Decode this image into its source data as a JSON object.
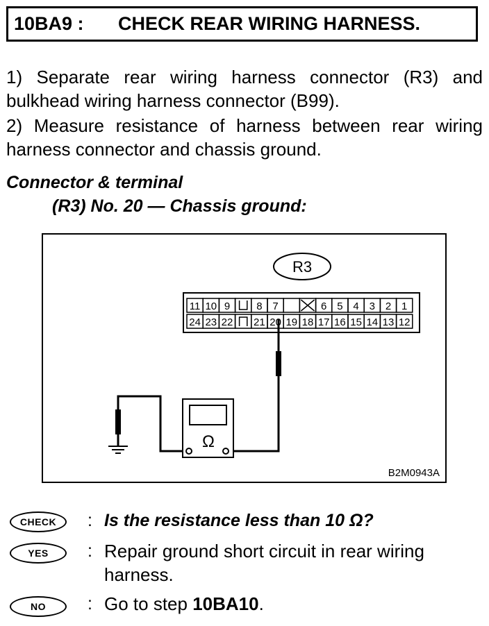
{
  "header": {
    "code": "10BA9 :",
    "title": "CHECK REAR WIRING HARNESS."
  },
  "steps": [
    "1) Separate rear wiring harness connector (R3) and bulkhead wiring harness connector (B99).",
    "2) Measure resistance of harness between rear wiring harness connector and chassis ground."
  ],
  "spec": {
    "label": "Connector & terminal",
    "value": "(R3) No. 20 — Chassis ground:"
  },
  "figure": {
    "connector_label": "R3",
    "meter_symbol": "Ω",
    "figure_id": "B2M0943A",
    "top_row_pins": [
      "11",
      "10",
      "9",
      "",
      "8",
      "7",
      "",
      "",
      "6",
      "5",
      "4",
      "3",
      "2",
      "1"
    ],
    "bottom_row_pins": [
      "24",
      "23",
      "22",
      "",
      "21",
      "20",
      "19",
      "18",
      "17",
      "16",
      "15",
      "14",
      "13",
      "12"
    ]
  },
  "decision": {
    "check_badge": "CHECK",
    "question": "Is the resistance less than 10 Ω?",
    "yes_badge": "YES",
    "yes_text_line1": "Repair ground short circuit in rear wiring",
    "yes_text_line2": "harness.",
    "no_badge": "NO",
    "no_text_prefix": "Go to step ",
    "no_text_step": "10BA10",
    "no_text_suffix": ".",
    "colon": ":"
  }
}
